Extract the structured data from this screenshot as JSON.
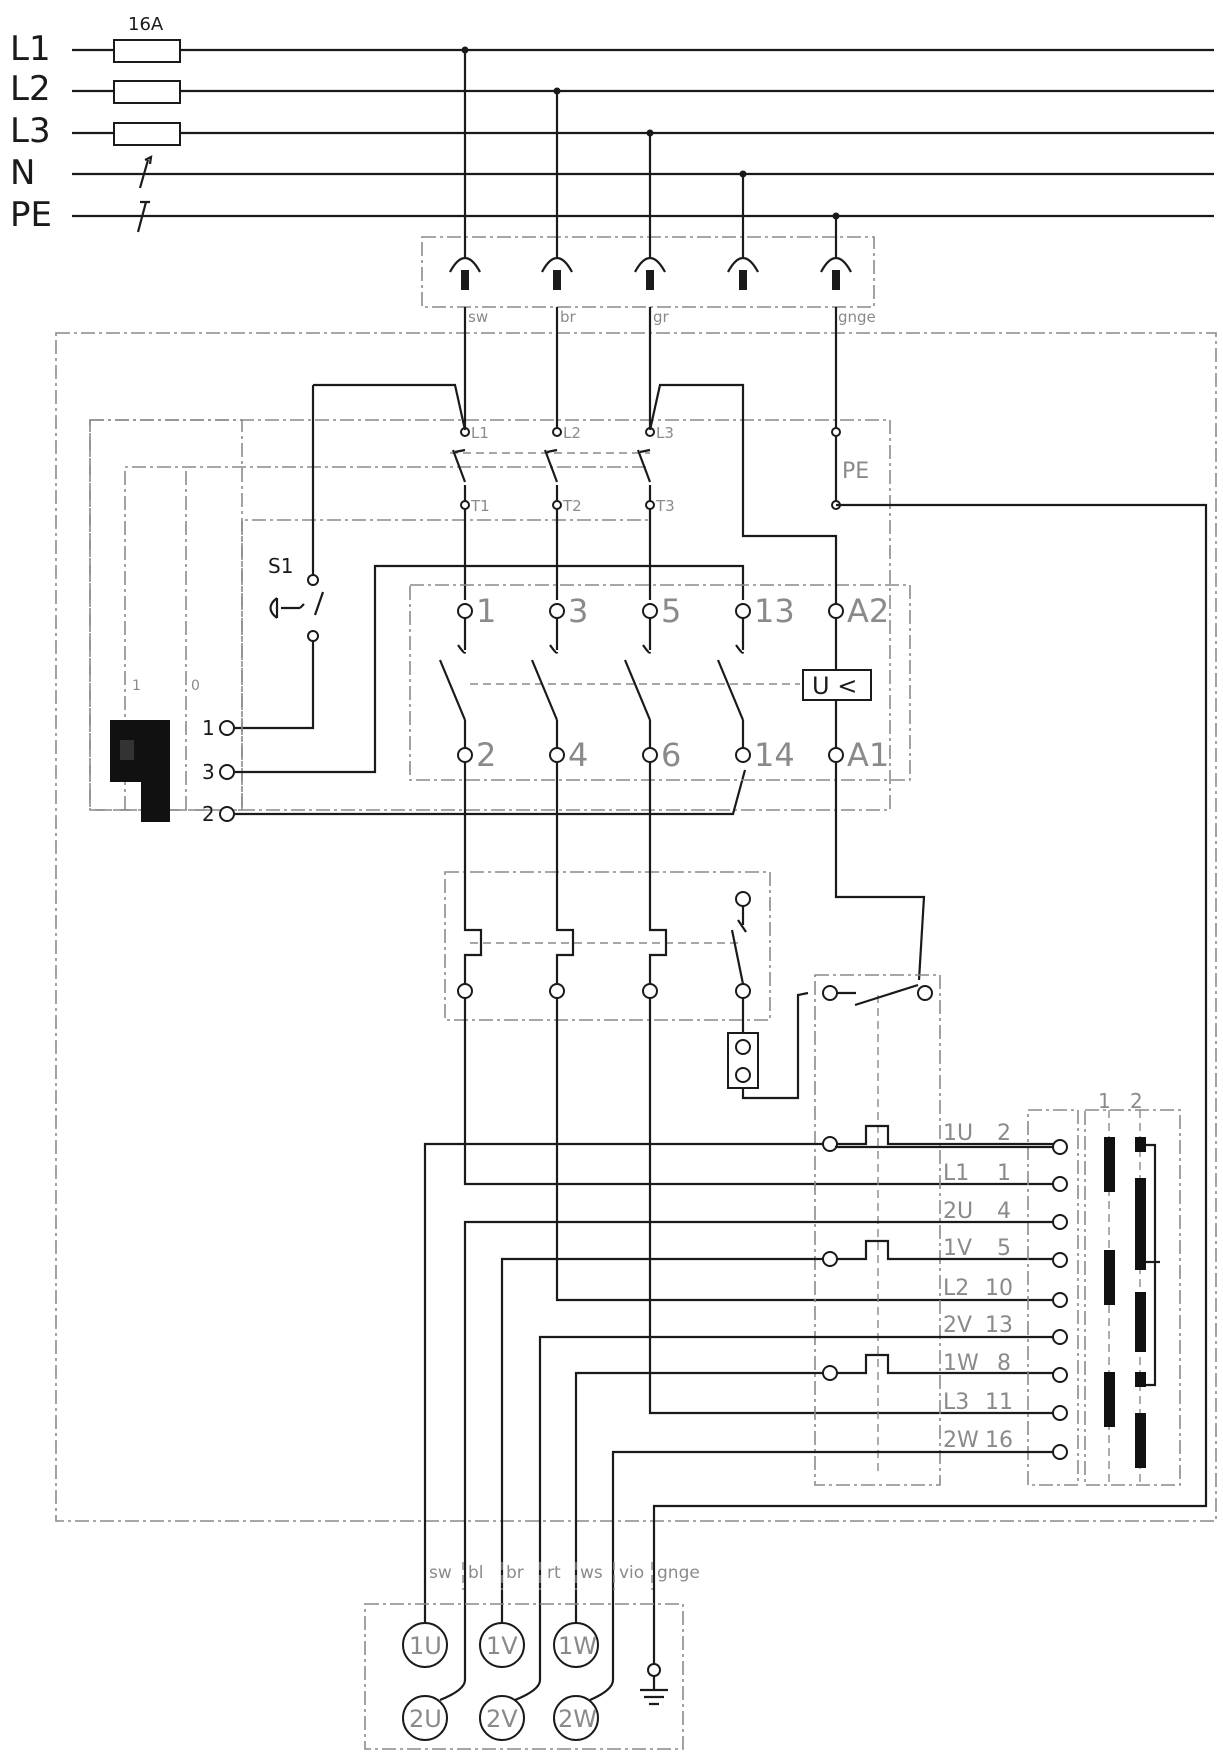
{
  "colors": {
    "line": "#1a1a1a",
    "frame": "#8a8a8a",
    "background": "#ffffff"
  },
  "supply": {
    "fuse_rating": "16A",
    "lines": [
      "L1",
      "L2",
      "L3",
      "N",
      "PE"
    ]
  },
  "plug": {
    "wire_colors": [
      "sw",
      "br",
      "gr",
      "gnge"
    ]
  },
  "main_switch": {
    "input_labels": [
      "L1",
      "L2",
      "L3"
    ],
    "output_labels": [
      "T1",
      "T2",
      "T3"
    ],
    "pe_label": "PE"
  },
  "stop_button": {
    "label": "S1"
  },
  "selector": {
    "pos_labels": [
      "1",
      "0"
    ],
    "terminals": [
      "1",
      "3",
      "2"
    ]
  },
  "contactor": {
    "top_terminals": [
      "1",
      "3",
      "5",
      "13",
      "A2"
    ],
    "bottom_terminals": [
      "2",
      "4",
      "6",
      "14",
      "A1"
    ],
    "undervoltage_label": "U <"
  },
  "pole_terminals": {
    "header": [
      "1",
      "2"
    ],
    "rows": [
      {
        "name": "1U",
        "num": "2"
      },
      {
        "name": "L1",
        "num": "1"
      },
      {
        "name": "2U",
        "num": "4"
      },
      {
        "name": "1V",
        "num": "5"
      },
      {
        "name": "L2",
        "num": "10"
      },
      {
        "name": "2V",
        "num": "13"
      },
      {
        "name": "1W",
        "num": "8"
      },
      {
        "name": "L3",
        "num": "11"
      },
      {
        "name": "2W",
        "num": "16"
      }
    ]
  },
  "motor": {
    "wire_colors": [
      "sw",
      "bl",
      "br",
      "rt",
      "ws",
      "vio",
      "gnge"
    ],
    "top_windings": [
      "1U",
      "1V",
      "1W"
    ],
    "bottom_windings": [
      "2U",
      "2V",
      "2W"
    ]
  }
}
